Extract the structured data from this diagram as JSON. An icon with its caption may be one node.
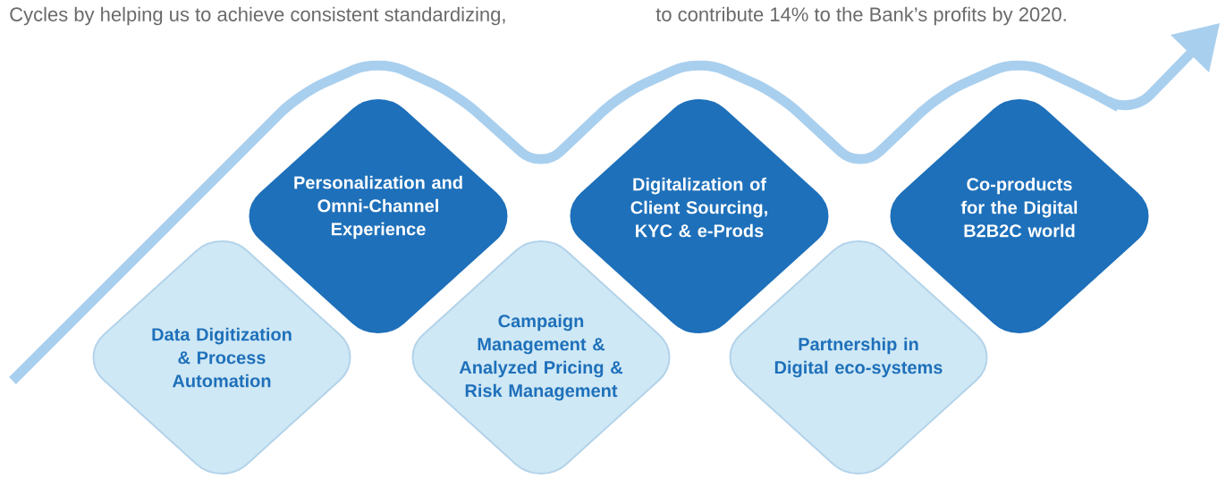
{
  "diagram": {
    "nodes": [
      {
        "text": [
          "Data Digitization & Process Automation"
        ]
      },
      {
        "text": [
          "Personalization and Omni-Channel Experience"
        ]
      },
      {
        "text": [
          "Campaign Management & Analyzed Pricing & Risk Management"
        ]
      },
      {
        "text": [
          "Digitalization of Client Sourcing, KYC & e-Prods"
        ]
      },
      {
        "text": [
          "Partnership in Digital eco-systems"
        ]
      },
      {
        "text": [
          "Co-products for the Digital B2B2C world"
        ]
      }
    ],
    "labels": [
      "Cycles by helping us to achieve consistent standardizing,",
      "to contribute 14% to the Bank’s profits by 2020."
    ]
  }
}
